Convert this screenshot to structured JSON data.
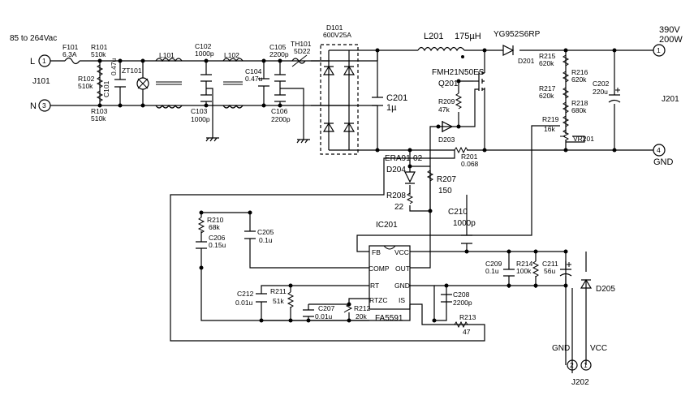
{
  "input": {
    "range": "85 to 264Vac",
    "terminal_l": "L",
    "terminal_n": "N",
    "pin1": "1",
    "pin3": "3",
    "conn": "J101"
  },
  "output": {
    "voltage": "390V",
    "power": "200W",
    "conn": "J201",
    "gnd": "GND",
    "pin1": "1",
    "pin4": "4"
  },
  "aux": {
    "conn": "J202",
    "gnd": "GND",
    "vcc": "VCC",
    "pin2": "2",
    "pin1": "1"
  },
  "components": {
    "f101": {
      "ref": "F101",
      "val": "6.3A"
    },
    "r101": {
      "ref": "R101",
      "val": "510k"
    },
    "r102": {
      "ref": "R102",
      "val": "510k"
    },
    "r103": {
      "ref": "R103",
      "val": "510k"
    },
    "c101": {
      "ref": "C101",
      "val": "0.47u"
    },
    "zt101": {
      "ref": "ZT101"
    },
    "l101": {
      "ref": "L101"
    },
    "l102": {
      "ref": "L102"
    },
    "c102": {
      "ref": "C102",
      "val": "1000p"
    },
    "c103": {
      "ref": "C103",
      "val": "1000p"
    },
    "c104": {
      "ref": "C104",
      "val": "0.47u"
    },
    "c105": {
      "ref": "C105",
      "val": "2200p"
    },
    "c106": {
      "ref": "C106",
      "val": "2200p"
    },
    "th101": {
      "ref": "TH101",
      "val": "5D22"
    },
    "d101": {
      "ref": "D101",
      "val": "600V25A"
    },
    "c201": {
      "ref": "C201",
      "val": "1µ"
    },
    "l201": {
      "ref": "L201",
      "val": "175µH"
    },
    "q201": {
      "ref": "Q201",
      "val": "FMH21N50ES"
    },
    "d201": {
      "ref": "D201",
      "val": "YG952S6RP"
    },
    "r209": {
      "ref": "R209",
      "val": "47k"
    },
    "d203": {
      "ref": "D203"
    },
    "r201": {
      "ref": "R201",
      "val": "0.068"
    },
    "d204": {
      "ref": "D204",
      "val": "ERA91-02"
    },
    "r207": {
      "ref": "R207",
      "val": "150"
    },
    "r208": {
      "ref": "R208",
      "val": "22"
    },
    "c210": {
      "ref": "C210",
      "val": "1000p"
    },
    "r215": {
      "ref": "R215",
      "val": "620k"
    },
    "r216": {
      "ref": "R216",
      "val": "620k"
    },
    "r217": {
      "ref": "R217",
      "val": "620k"
    },
    "r218": {
      "ref": "R218",
      "val": "680k"
    },
    "r219": {
      "ref": "R219",
      "val": "16k"
    },
    "vr201": {
      "ref": "VR201"
    },
    "c202": {
      "ref": "C202",
      "val": "220u"
    },
    "r210": {
      "ref": "R210",
      "val": "68k"
    },
    "c206": {
      "ref": "C206",
      "val": "0.15u"
    },
    "c205": {
      "ref": "C205",
      "val": "0.1u"
    },
    "c212": {
      "ref": "C212",
      "val": "0.01u"
    },
    "r211": {
      "ref": "R211",
      "val": "51k"
    },
    "c207": {
      "ref": "C207",
      "val": "0.01u"
    },
    "r212": {
      "ref": "R212",
      "val": "20k"
    },
    "c208": {
      "ref": "C208",
      "val": "2200p"
    },
    "r213": {
      "ref": "R213",
      "val": "47"
    },
    "c209": {
      "ref": "C209",
      "val": "0.1u"
    },
    "r214": {
      "ref": "R214",
      "val": "100k"
    },
    "c211": {
      "ref": "C211",
      "val": "56u"
    },
    "d205": {
      "ref": "D205"
    }
  },
  "ic": {
    "ref": "IC201",
    "part": "FA5591",
    "pins": {
      "fb": "FB",
      "vcc": "VCC",
      "comp": "COMP",
      "out": "OUT",
      "rt": "RT",
      "gnd": "GND",
      "rtzc": "RTZC",
      "is": "IS"
    }
  }
}
